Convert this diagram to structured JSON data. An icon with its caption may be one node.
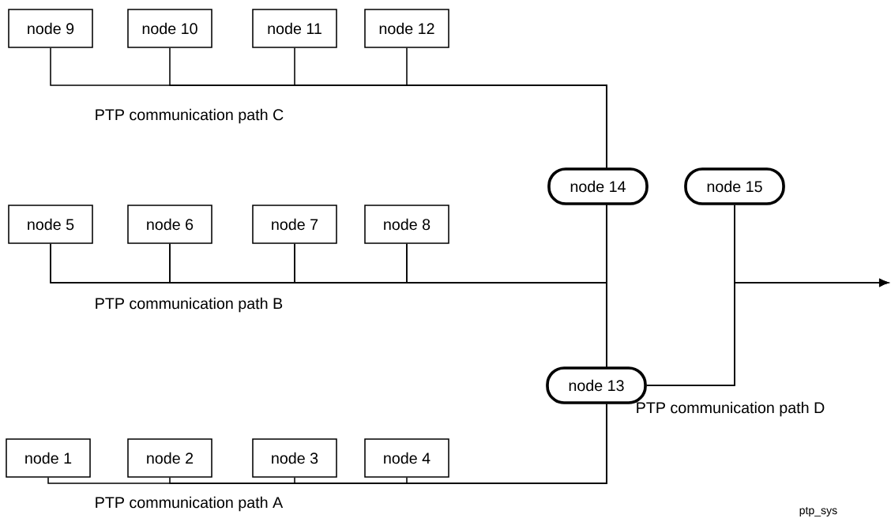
{
  "diagram": {
    "nodes": [
      {
        "text": [
          "node 9"
        ]
      },
      {
        "text": [
          "node 10"
        ]
      },
      {
        "text": [
          "node 11"
        ]
      },
      {
        "text": [
          "node 12"
        ]
      },
      {
        "text": [
          "node 14"
        ]
      },
      {
        "text": [
          "node 15"
        ]
      },
      {
        "text": [
          "node 5"
        ]
      },
      {
        "text": [
          "node 6"
        ]
      },
      {
        "text": [
          "node 7"
        ]
      },
      {
        "text": [
          "node 8"
        ]
      },
      {
        "text": [
          "node 13"
        ]
      },
      {
        "text": [
          "node 1"
        ]
      },
      {
        "text": [
          "node 2"
        ]
      },
      {
        "text": [
          "node 3"
        ]
      },
      {
        "text": [
          "node 4"
        ]
      }
    ],
    "edges": [
      {
        "from": 0,
        "to": 4,
        "arrow": "none"
      },
      {
        "from": 1,
        "to": 4,
        "arrow": "none"
      },
      {
        "from": 2,
        "to": 4,
        "arrow": "none"
      },
      {
        "from": 3,
        "to": 4,
        "arrow": "none"
      },
      {
        "from": 6,
        "to": 4,
        "arrow": "none"
      },
      {
        "from": 7,
        "to": 4,
        "arrow": "none"
      },
      {
        "from": 8,
        "to": 4,
        "arrow": "none"
      },
      {
        "from": 9,
        "to": 4,
        "arrow": "none"
      },
      {
        "from": 6,
        "to": 10,
        "arrow": "none"
      },
      {
        "from": 7,
        "to": 10,
        "arrow": "none"
      },
      {
        "from": 8,
        "to": 10,
        "arrow": "none"
      },
      {
        "from": 9,
        "to": 10,
        "arrow": "none"
      },
      {
        "from": 4,
        "to": 10,
        "arrow": "none"
      },
      {
        "from": 11,
        "to": 10,
        "arrow": "none"
      },
      {
        "from": 12,
        "to": 10,
        "arrow": "none"
      },
      {
        "from": 13,
        "to": 10,
        "arrow": "none"
      },
      {
        "from": 14,
        "to": 10,
        "arrow": "none"
      },
      {
        "from": 10,
        "to": 5,
        "arrow": "none"
      },
      {
        "from": 10,
        "to": null,
        "arrow": "to"
      },
      {
        "from": 5,
        "to": null,
        "arrow": "to"
      }
    ],
    "labels": [
      "PTP communication path C",
      "PTP communication path B",
      "PTP communication path D",
      "PTP communication path A",
      "ptp_sys"
    ]
  }
}
